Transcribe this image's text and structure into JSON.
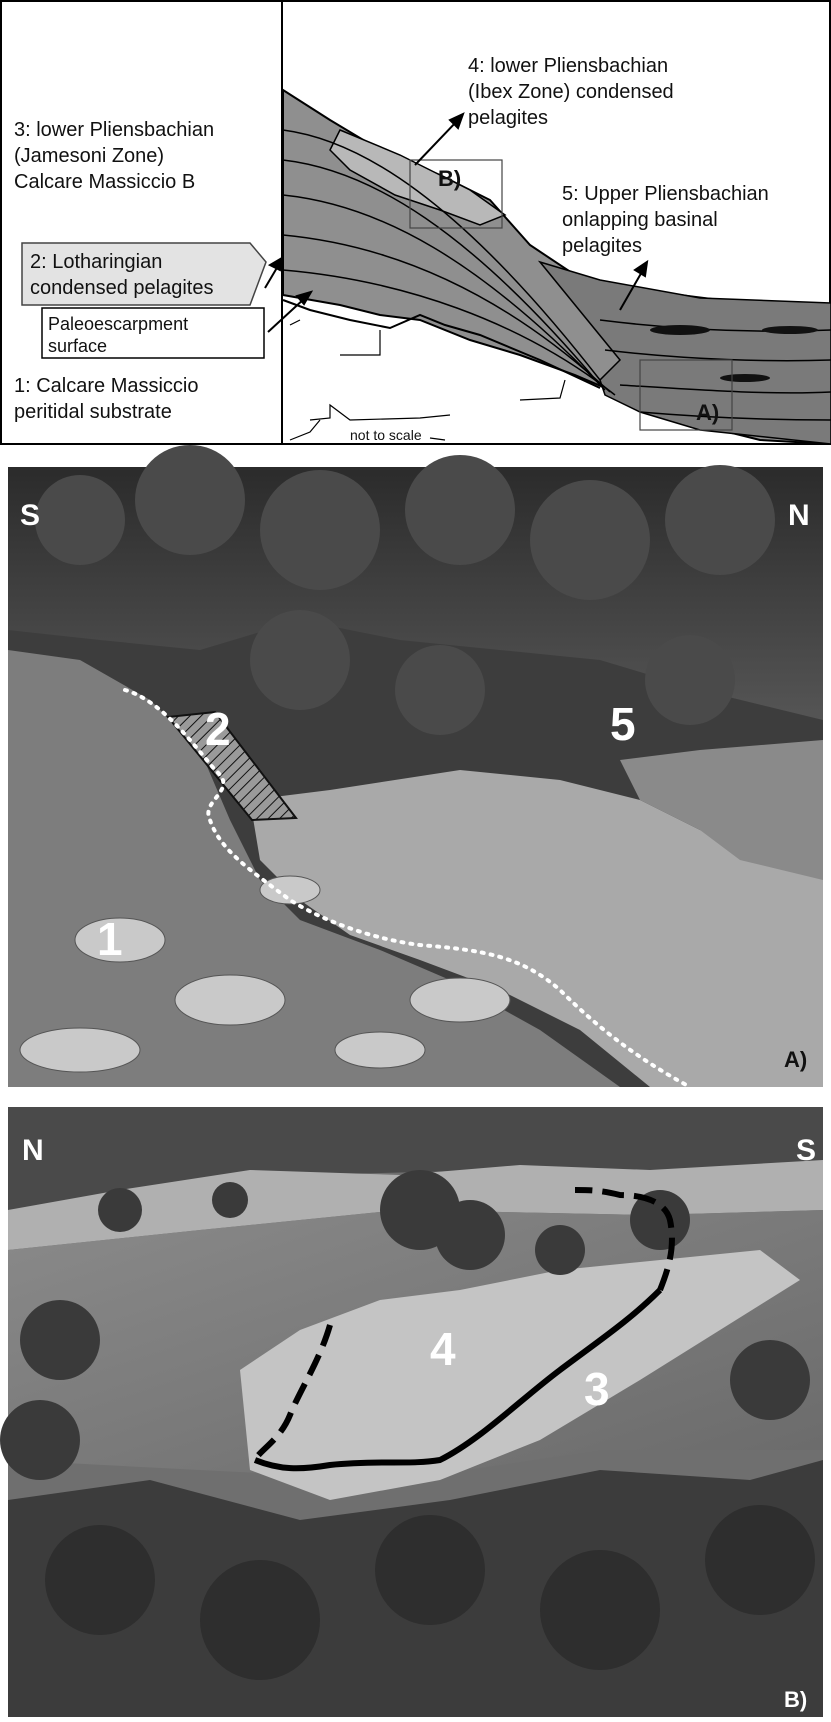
{
  "top_panel": {
    "labels": {
      "unit3": [
        "3: lower Pliensbachian",
        "(Jamesoni Zone)",
        "Calcare Massiccio B"
      ],
      "unit2": [
        "2: Lotharingian",
        "condensed pelagites"
      ],
      "paleo": [
        "Paleoescarpment",
        "surface"
      ],
      "unit1": [
        "1: Calcare Massiccio",
        "peritidal substrate"
      ],
      "unit4": [
        "4: lower Pliensbachian",
        "(Ibex Zone) condensed",
        "pelagites"
      ],
      "unit5": [
        "5: Upper Pliensbachian",
        "onlapping basinal",
        "pelagites"
      ],
      "box_b": "B)",
      "box_a": "A)",
      "scale_note": "not to scale"
    }
  },
  "photo_a": {
    "dir_left": "S",
    "dir_right": "N",
    "num_2": "2",
    "num_5": "5",
    "num_1": "1",
    "panel_tag": "A)"
  },
  "photo_b": {
    "dir_left": "N",
    "dir_right": "S",
    "num_4": "4",
    "num_3": "3",
    "panel_tag": "B)"
  },
  "colors": {
    "strata": "#8f8f8f",
    "strata_light": "#b8b8b8",
    "forest": "#3a3a3a",
    "water": "#a9a9a9",
    "rock": "#c9c9c9"
  }
}
